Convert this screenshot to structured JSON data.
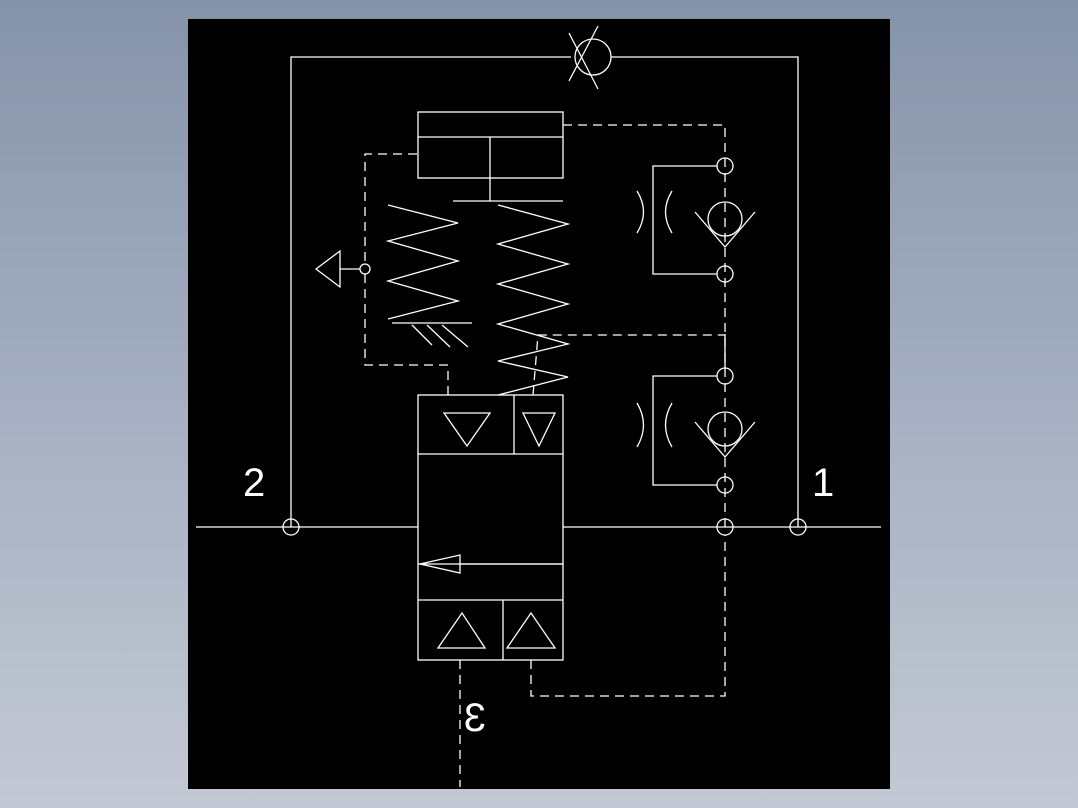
{
  "diagram": {
    "background_color": "#000000",
    "line_color": "#ffffff",
    "ports": {
      "port_1": "1",
      "port_2": "2",
      "port_3": "3"
    }
  }
}
